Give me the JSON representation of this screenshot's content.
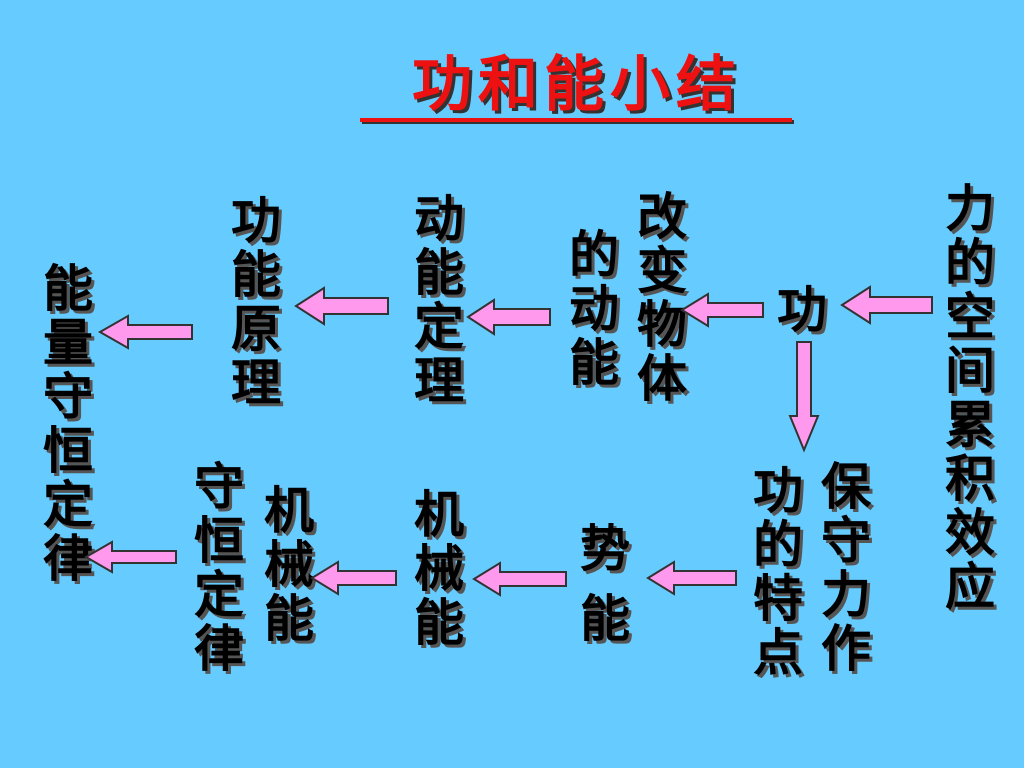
{
  "title": "功和能小结",
  "nodes": {
    "work_definition": "力的空间累积效应",
    "work": "功",
    "change_ke": "改变物体",
    "change_ke_2": "的动能",
    "ke_theorem": "动能定理",
    "work_energy_principle": "功能原理",
    "energy_conservation": "能量守恒定律",
    "conservative_force_1": "保守力作",
    "conservative_force_2": "功的特点",
    "potential_energy_1": "势",
    "potential_energy_2": "能",
    "mechanical_energy": "机械能",
    "me_conservation_1": "机械能",
    "me_conservation_2": "守恒定律"
  },
  "colors": {
    "background": "#66CCFF",
    "title": "#EE1111",
    "arrow_fill": "#FF99EE",
    "text": "#000000"
  }
}
